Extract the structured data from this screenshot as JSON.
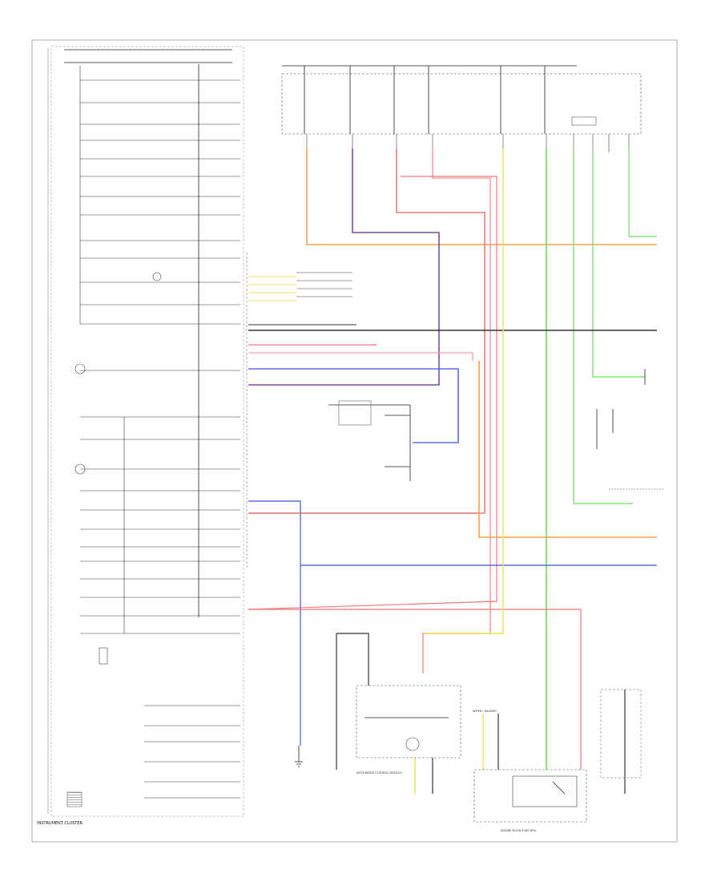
{
  "diagram": {
    "footer_left": "INSTRUMENT CLUSTER",
    "footer_code": "",
    "bottom_labels": {
      "gauge_control": "INTEGRATED CONTROL MODULE",
      "blower": "",
      "engine_room": "ENGINE ROOM FUSE BOX",
      "wiper": "WIPER / WASHER"
    },
    "wire_colors": {
      "orange": "#f3a24b",
      "purple": "#7a4ea3",
      "red": "#f27777",
      "pink": "#f5a0a0",
      "green": "#6fdc5e",
      "blue": "#5b6cf0",
      "yellow": "#f1e05a",
      "black": "#333333",
      "gray": "#888888"
    }
  }
}
